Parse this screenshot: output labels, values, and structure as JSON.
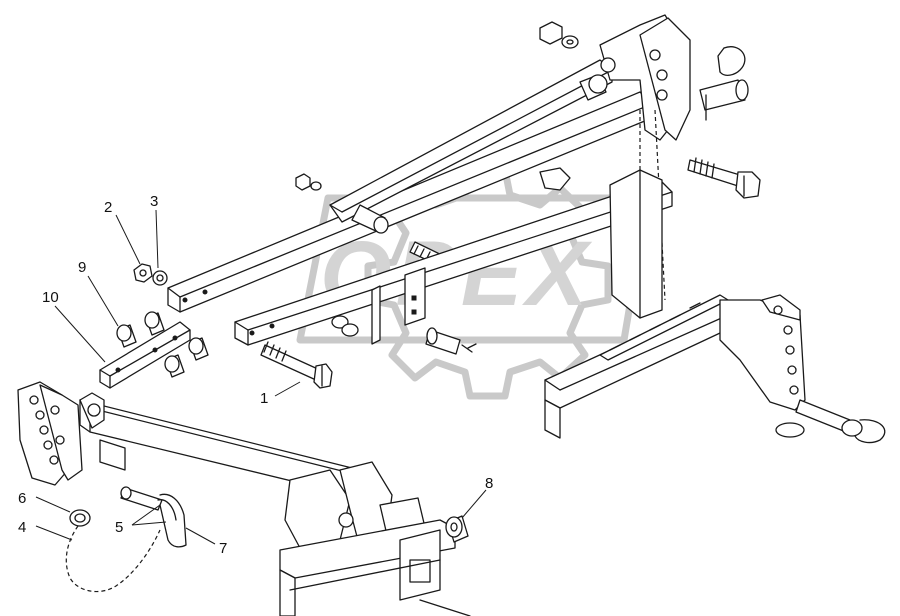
{
  "diagram": {
    "watermark": {
      "text": "OPEX",
      "color": "#cfcfcf"
    },
    "callouts": [
      {
        "id": "1",
        "label": "1"
      },
      {
        "id": "2",
        "label": "2"
      },
      {
        "id": "3",
        "label": "3"
      },
      {
        "id": "4",
        "label": "4"
      },
      {
        "id": "5",
        "label": "5"
      },
      {
        "id": "6",
        "label": "6"
      },
      {
        "id": "7",
        "label": "7"
      },
      {
        "id": "8",
        "label": "8"
      },
      {
        "id": "9",
        "label": "9"
      },
      {
        "id": "10",
        "label": "10"
      }
    ],
    "line_color": "#1a1a1a"
  }
}
